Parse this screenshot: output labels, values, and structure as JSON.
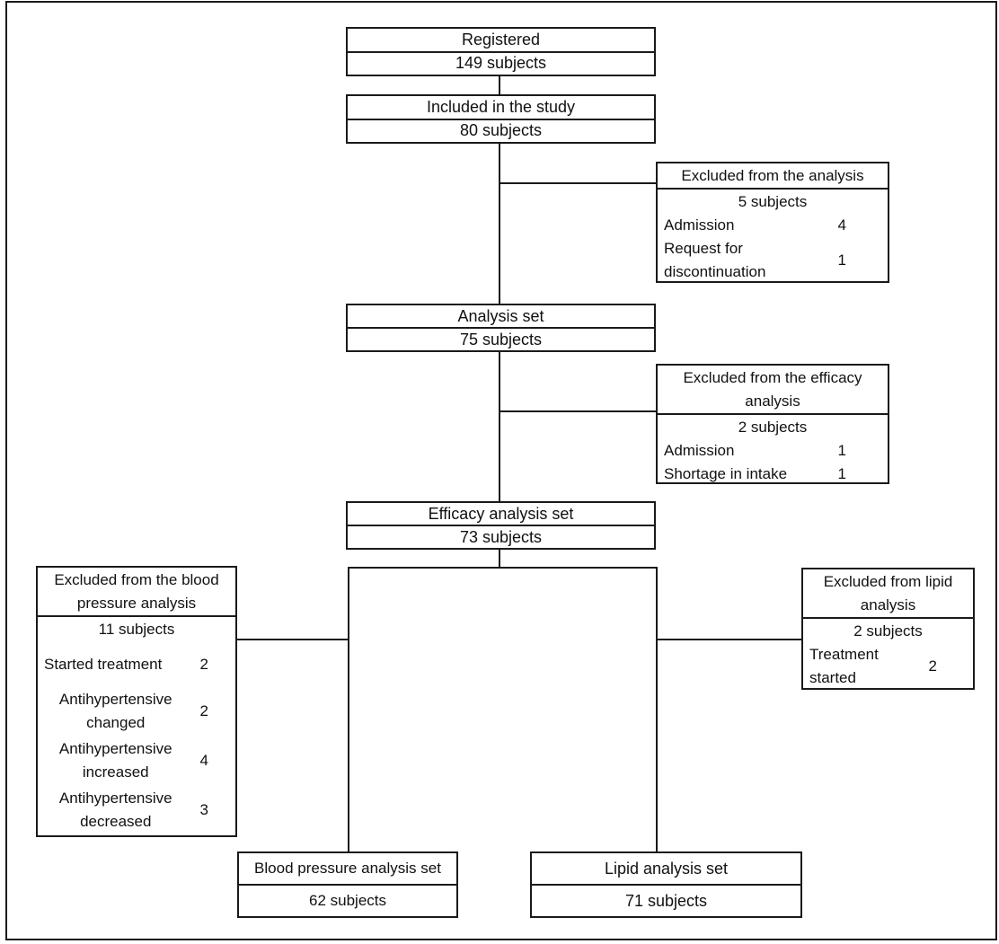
{
  "diagram": {
    "colors": {
      "line": "#1a1a1a",
      "background": "#ffffff",
      "text": "#111111"
    },
    "boxes": {
      "registered": {
        "title": "Registered",
        "value": "149 subjects"
      },
      "included": {
        "title": "Included in the study",
        "value": "80 subjects"
      },
      "analysis_set": {
        "title": "Analysis set",
        "value": "75 subjects"
      },
      "efficacy_set": {
        "title": "Efficacy analysis set",
        "value": "73 subjects"
      },
      "bp_set": {
        "title": "Blood pressure analysis set",
        "value": "62 subjects"
      },
      "lipid_set": {
        "title": "Lipid analysis set",
        "value": "71 subjects"
      },
      "excluded_analysis": {
        "title_lines": [
          "Excluded from the analysis"
        ],
        "subjects": "5 subjects",
        "items": [
          {
            "label_lines": [
              "Admission"
            ],
            "count": "4"
          },
          {
            "label_lines": [
              "Request for",
              "discontinuation"
            ],
            "count": "1"
          }
        ]
      },
      "excluded_efficacy": {
        "title_lines": [
          "Excluded from the efficacy",
          "analysis"
        ],
        "subjects": "2 subjects",
        "items": [
          {
            "label_lines": [
              "Admission"
            ],
            "count": "1"
          },
          {
            "label_lines": [
              "Shortage in intake"
            ],
            "count": "1"
          }
        ]
      },
      "excluded_bp": {
        "title_lines": [
          "Excluded from the blood",
          "pressure analysis"
        ],
        "subjects": "11 subjects",
        "items": [
          {
            "label_lines": [
              "Started treatment"
            ],
            "count": "2"
          },
          {
            "label_lines": [
              "Antihypertensive",
              "changed"
            ],
            "count": "2"
          },
          {
            "label_lines": [
              "Antihypertensive",
              "increased"
            ],
            "count": "4"
          },
          {
            "label_lines": [
              "Antihypertensive",
              "decreased"
            ],
            "count": "3"
          }
        ]
      },
      "excluded_lipid": {
        "title_lines": [
          "Excluded from lipid",
          "analysis"
        ],
        "subjects": "2 subjects",
        "items": [
          {
            "label_lines": [
              "Treatment",
              "started"
            ],
            "count": "2"
          }
        ]
      }
    }
  }
}
